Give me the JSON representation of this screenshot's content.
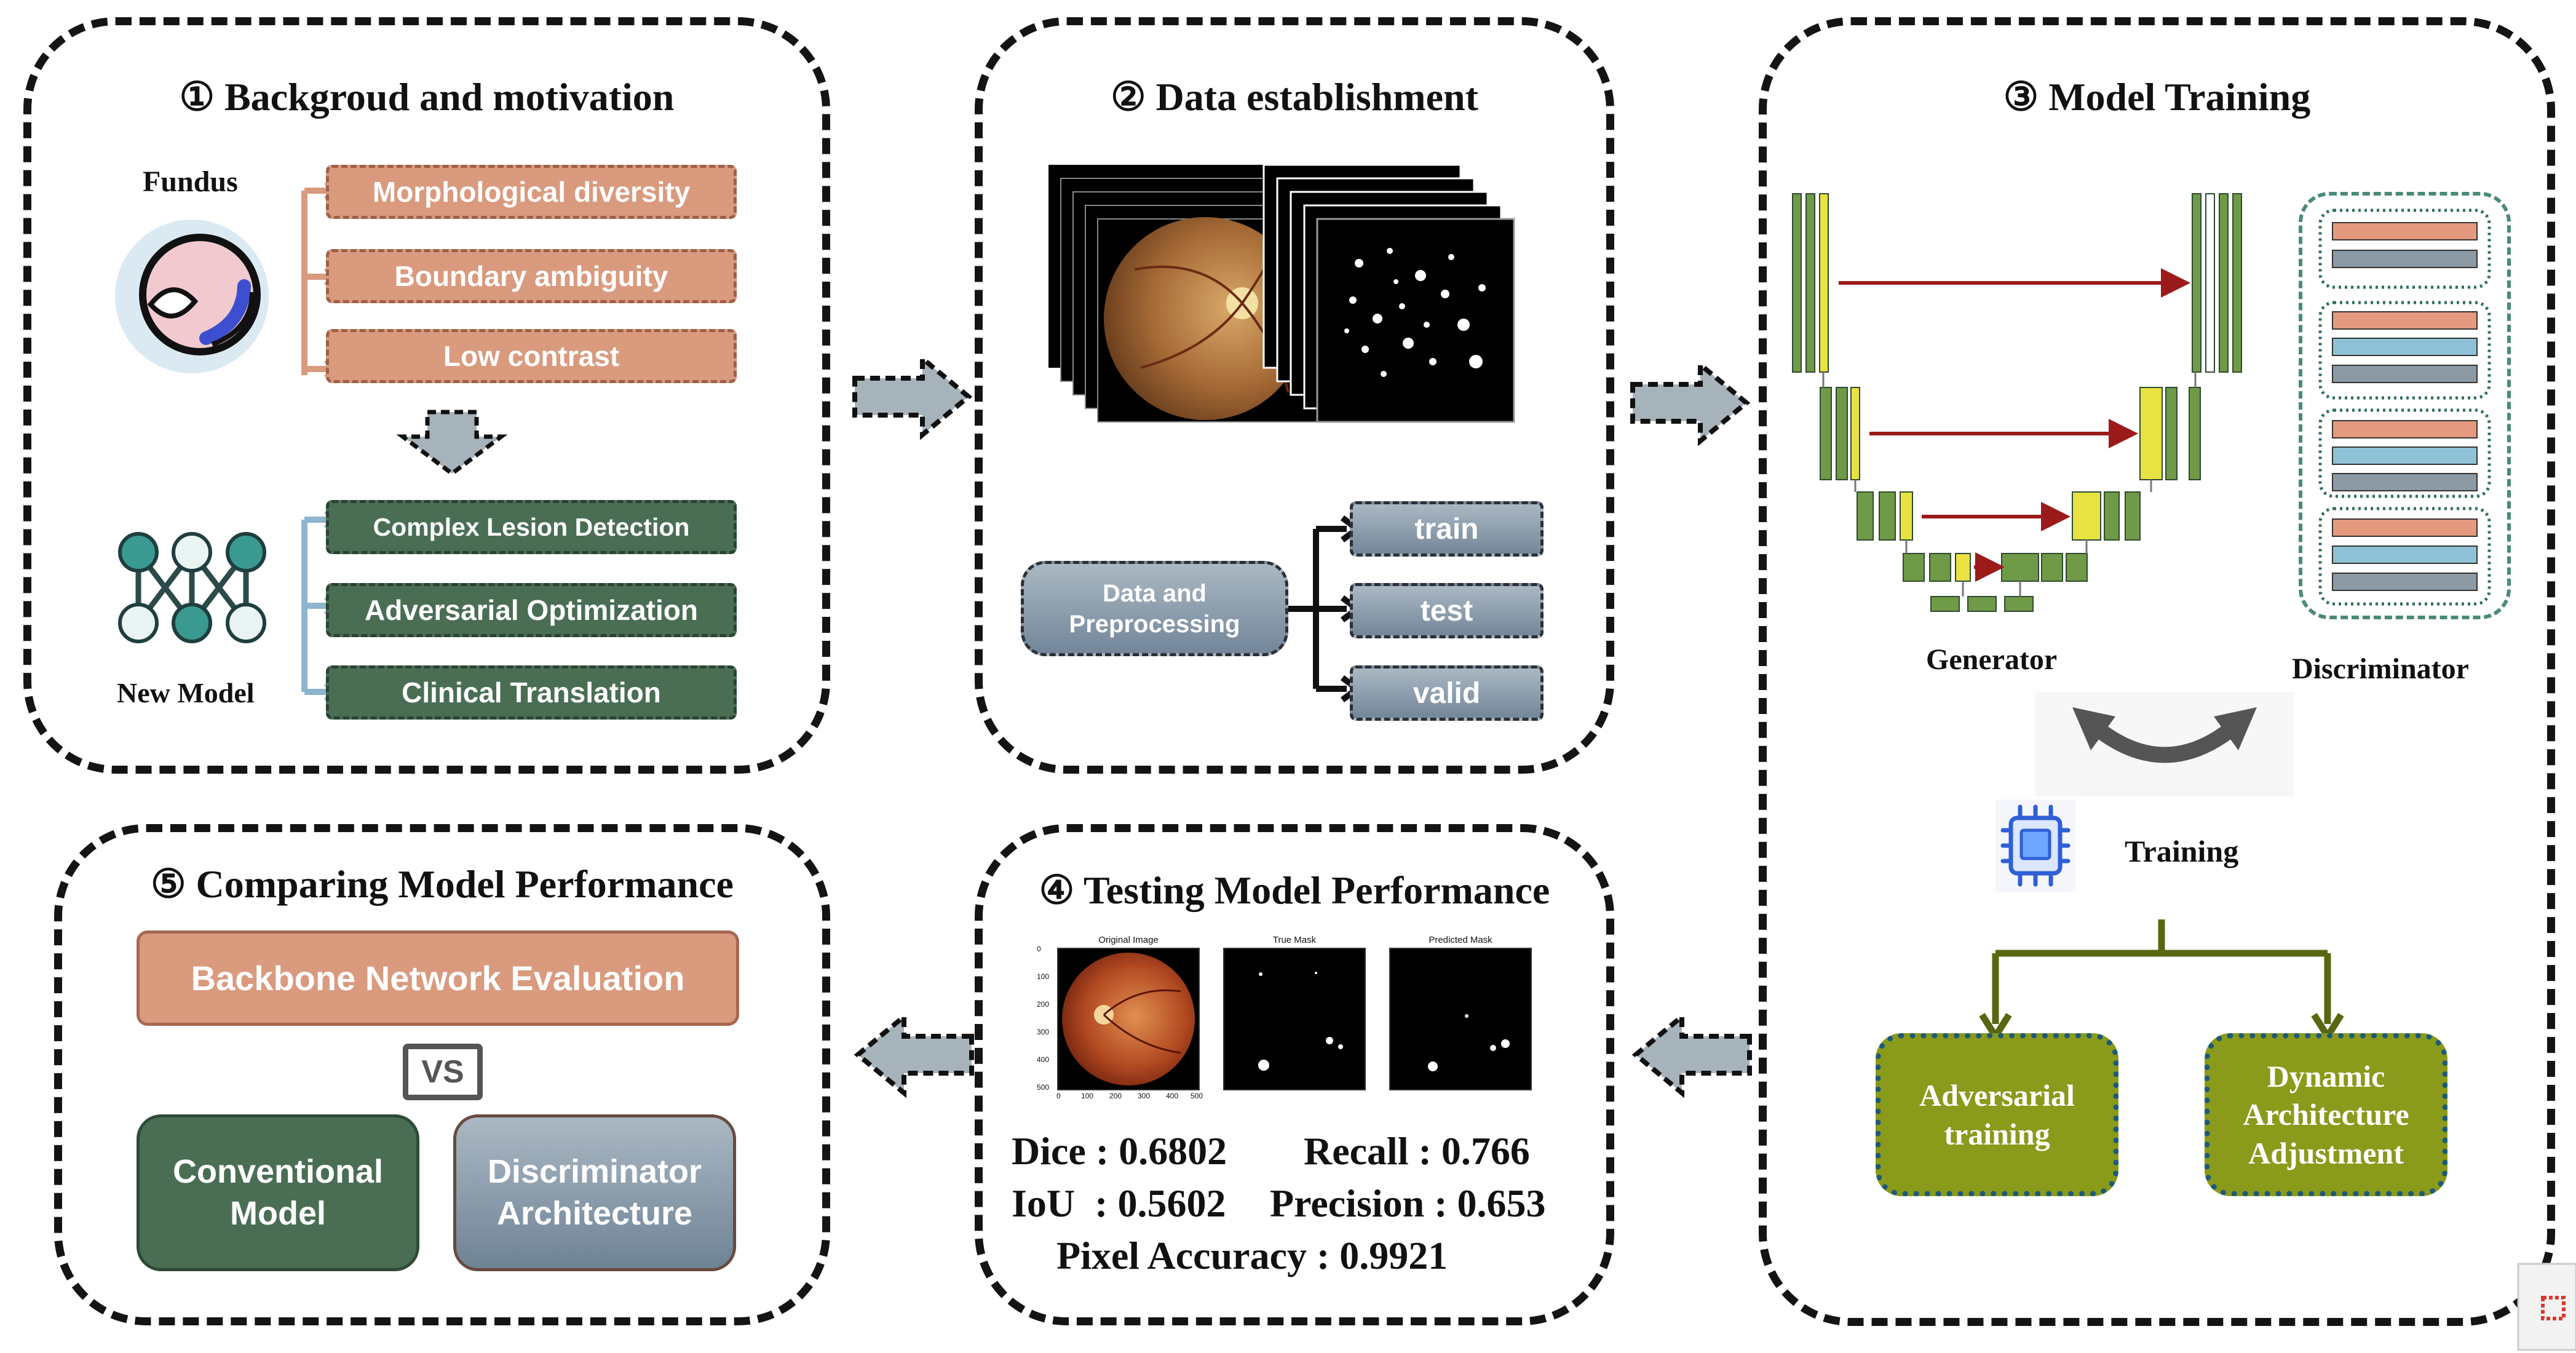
{
  "panel1": {
    "title": "① Backgroud and motivation",
    "fundus_label": "Fundus",
    "new_model_label": "New Model",
    "challenges": [
      "Morphological diversity",
      "Boundary ambiguity",
      "Low contrast"
    ],
    "solutions": [
      "Complex Lesion Detection",
      "Adversarial Optimization",
      "Clinical Translation"
    ]
  },
  "panel2": {
    "title": "② Data establishment",
    "source_box": "Data and\nPreprocessing",
    "splits": [
      "train",
      "test",
      "valid"
    ]
  },
  "panel3": {
    "title": "③ Model Training",
    "generator_label": "Generator",
    "discriminator_label": "Discriminator",
    "training_label": "Training",
    "branches": [
      "Adversarial\ntraining",
      "Dynamic\nArchitecture\nAdjustment"
    ]
  },
  "panel4": {
    "title": "④ Testing Model Performance",
    "image_titles": [
      "Original Image",
      "True Mask",
      "Predicted Mask"
    ],
    "y_ticks": [
      "0",
      "100",
      "200",
      "300",
      "400",
      "500"
    ],
    "x_ticks": [
      "0",
      "100",
      "200",
      "300",
      "400",
      "500"
    ],
    "metrics": {
      "dice": "Dice : 0.6802",
      "recall": "Recall : 0.766",
      "iou": "IoU  : 0.5602",
      "precision": "Precision : 0.653",
      "pixel_accuracy": "Pixel Accuracy : 0.9921"
    }
  },
  "panel5": {
    "title": "⑤ Comparing Model Performance",
    "backbone": "Backbone Network Evaluation",
    "vs": "VS",
    "left_model": "Conventional\nModel",
    "right_model": "Discriminator\nArchitecture"
  },
  "colors": {
    "salmon": "#d99a7e",
    "dark_green": "#4a6e54",
    "olive": "#8a9a1b",
    "skip_arrow": "#9b1b1b",
    "flow_arrow_fill": "#a7b3bb",
    "light_blue_arrow": "#8db5cc"
  }
}
